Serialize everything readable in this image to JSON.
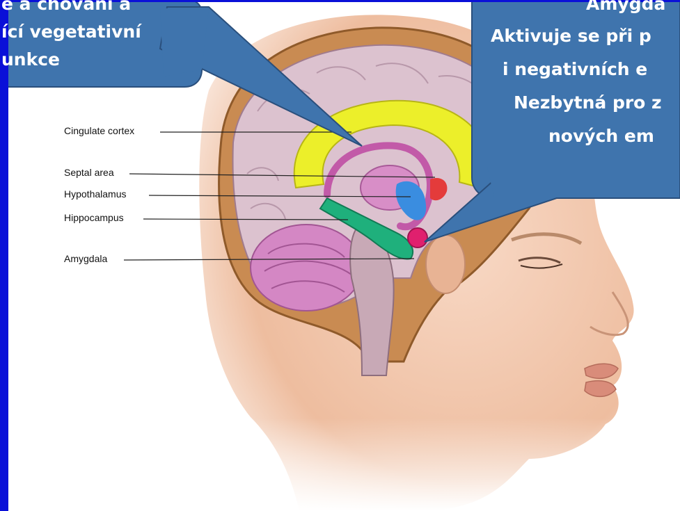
{
  "colors": {
    "frame": "#0a10d8",
    "bubble": "#3f74ad",
    "bubble_border": "#2a4f7c",
    "cingulate": "#ecef2a",
    "hippocampus": "#1fb07c",
    "amygdala": "#e0206e",
    "septal": "#e43b3b",
    "hypothalamus": "#3a8de0",
    "limbic_pink": "#c25aa8",
    "skin": "#f4cbb4"
  },
  "callouts": {
    "left": {
      "line1": "e a chování a",
      "line2": "ící vegetativní",
      "line3": "unkce"
    },
    "right": {
      "line1": "Amygda",
      "line2": "Aktivuje se při p",
      "line3": "i negativních e",
      "line4": "Nezbytná pro z",
      "line5": "nových em"
    }
  },
  "labels": {
    "cingulate": "Cingulate cortex",
    "septal": "Septal area",
    "hypothalamus": "Hypothalamus",
    "hippocampus": "Hippocampus",
    "amygdala": "Amygdala"
  }
}
